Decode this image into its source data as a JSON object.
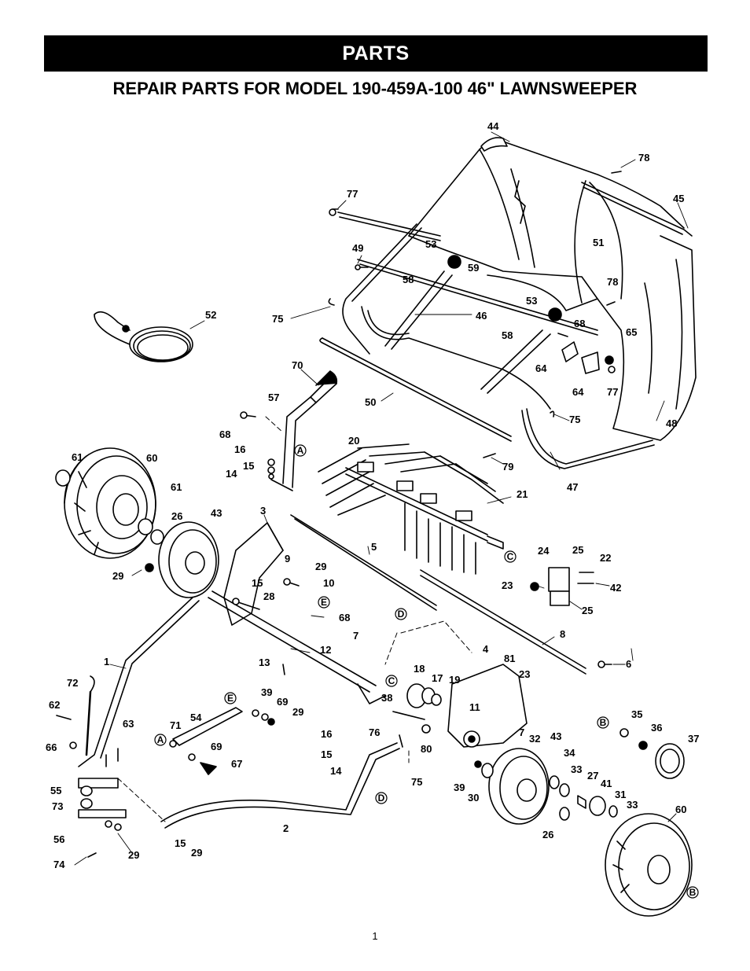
{
  "header": {
    "banner": "PARTS",
    "title": "REPAIR PARTS FOR MODEL 190-459A-100  46\" LAWNSWEEPER"
  },
  "page_number": "1",
  "callouts": {
    "c44": "44",
    "c78a": "78",
    "c45": "45",
    "c77a": "77",
    "c53a": "53",
    "c49": "49",
    "c59": "59",
    "c51": "51",
    "c58a": "58",
    "c78b": "78",
    "c75a": "75",
    "c46": "46",
    "c53b": "53",
    "c68a": "68",
    "c65": "65",
    "c58b": "58",
    "c64a": "64",
    "c64b": "64",
    "c77b": "77",
    "c52": "52",
    "c70": "70",
    "c57": "57",
    "c50": "50",
    "c75b": "75",
    "c48": "48",
    "c68b": "68",
    "c20": "20",
    "c16a": "16",
    "c15a": "15",
    "c14a": "14",
    "c79": "79",
    "c47": "47",
    "c61a": "61",
    "c60a": "60",
    "c61b": "61",
    "c21": "21",
    "c26a": "26",
    "c43a": "43",
    "c3": "3",
    "c5": "5",
    "c24": "24",
    "c25a": "25",
    "c22": "22",
    "c9": "9",
    "c29a": "29",
    "c23a": "23",
    "c42": "42",
    "c29b": "29",
    "c15b": "15",
    "c10": "10",
    "c28": "28",
    "c25b": "25",
    "c68c": "68",
    "c8": "8",
    "c7a": "7",
    "c4": "4",
    "c81": "81",
    "c1": "1",
    "c12": "12",
    "c13": "13",
    "c23b": "23",
    "c6": "6",
    "c18": "18",
    "c17": "17",
    "c19": "19",
    "c72": "72",
    "c39a": "39",
    "c69a": "69",
    "c38": "38",
    "c11": "11",
    "c62": "62",
    "c29c": "29",
    "c54": "54",
    "c35": "35",
    "c36": "36",
    "c63": "63",
    "c71": "71",
    "c16b": "16",
    "c76": "76",
    "c7b": "7",
    "c32": "32",
    "c43b": "43",
    "c37": "37",
    "c66": "66",
    "c69b": "69",
    "c15c": "15",
    "c80": "80",
    "c67": "67",
    "c14b": "14",
    "c34": "34",
    "c33a": "33",
    "c27": "27",
    "c41": "41",
    "c75c": "75",
    "c39b": "39",
    "c30": "30",
    "c31": "31",
    "c33b": "33",
    "c55": "55",
    "c73": "73",
    "c2": "2",
    "c60b": "60",
    "c56": "56",
    "c26b": "26",
    "c15d": "15",
    "c29d": "29",
    "c29e": "29",
    "c74": "74"
  },
  "reference_letters": {
    "a1": "A",
    "e1": "E",
    "d1": "D",
    "c1": "C",
    "c2": "C",
    "e2": "E",
    "a2": "A",
    "d2": "D",
    "b1": "B",
    "b2": "B"
  }
}
